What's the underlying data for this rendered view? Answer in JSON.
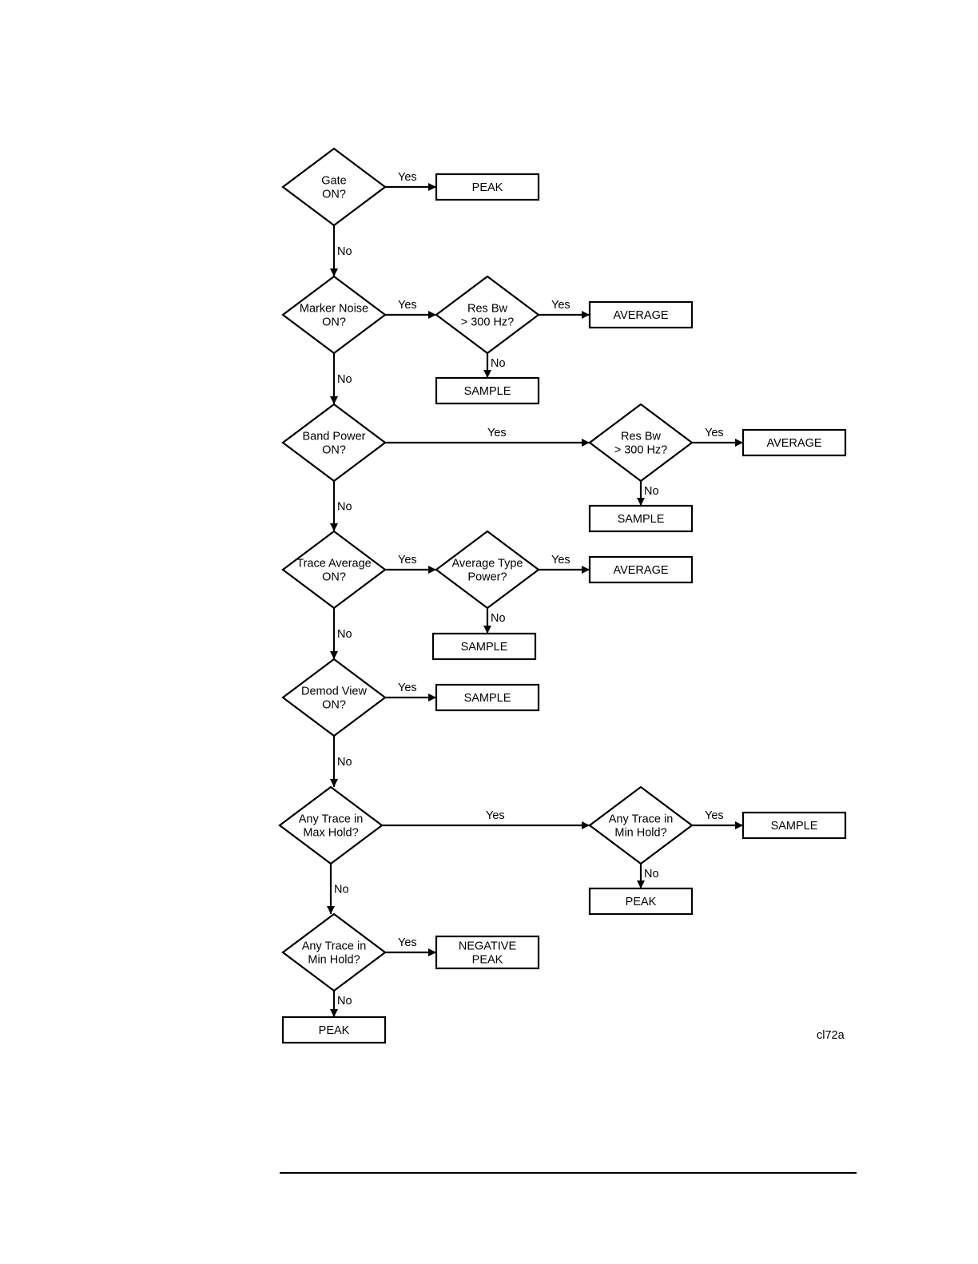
{
  "diagram_id": "cl72a",
  "yes": "Yes",
  "no": "No",
  "nodes": [
    {
      "id": "d1",
      "kind": "decision",
      "lines": [
        "Gate",
        "ON?"
      ]
    },
    {
      "id": "r1",
      "kind": "box",
      "lines": [
        "PEAK"
      ]
    },
    {
      "id": "d2",
      "kind": "decision",
      "lines": [
        "Marker Noise",
        "ON?"
      ]
    },
    {
      "id": "d2b",
      "kind": "decision",
      "lines": [
        "Res Bw",
        "> 300 Hz?"
      ]
    },
    {
      "id": "r2a",
      "kind": "box",
      "lines": [
        "AVERAGE"
      ]
    },
    {
      "id": "r2b",
      "kind": "box",
      "lines": [
        "SAMPLE"
      ]
    },
    {
      "id": "d3",
      "kind": "decision",
      "lines": [
        "Band Power",
        "ON?"
      ]
    },
    {
      "id": "d3b",
      "kind": "decision",
      "lines": [
        "Res Bw",
        "> 300 Hz?"
      ]
    },
    {
      "id": "r3a",
      "kind": "box",
      "lines": [
        "AVERAGE"
      ]
    },
    {
      "id": "r3b",
      "kind": "box",
      "lines": [
        "SAMPLE"
      ]
    },
    {
      "id": "d4",
      "kind": "decision",
      "lines": [
        "Trace Average",
        "ON?"
      ]
    },
    {
      "id": "d4b",
      "kind": "decision",
      "lines": [
        "Average Type",
        "Power?"
      ]
    },
    {
      "id": "r4a",
      "kind": "box",
      "lines": [
        "AVERAGE"
      ]
    },
    {
      "id": "r4b",
      "kind": "box",
      "lines": [
        "SAMPLE"
      ]
    },
    {
      "id": "d5",
      "kind": "decision",
      "lines": [
        "Demod View",
        "ON?"
      ]
    },
    {
      "id": "r5",
      "kind": "box",
      "lines": [
        "SAMPLE"
      ]
    },
    {
      "id": "d6",
      "kind": "decision",
      "lines": [
        "Any Trace in",
        "Max Hold?"
      ]
    },
    {
      "id": "d6b",
      "kind": "decision",
      "lines": [
        "Any Trace in",
        "Min Hold?"
      ]
    },
    {
      "id": "r6a",
      "kind": "box",
      "lines": [
        "SAMPLE"
      ]
    },
    {
      "id": "r6b",
      "kind": "box",
      "lines": [
        "PEAK"
      ]
    },
    {
      "id": "d7",
      "kind": "decision",
      "lines": [
        "Any Trace in",
        "Min Hold?"
      ]
    },
    {
      "id": "r7a",
      "kind": "box",
      "lines": [
        "NEGATIVE",
        "PEAK"
      ]
    },
    {
      "id": "r7b",
      "kind": "box",
      "lines": [
        "PEAK"
      ]
    }
  ],
  "edges": [
    {
      "from": "d1",
      "to": "r1",
      "label": "Yes"
    },
    {
      "from": "d1",
      "to": "d2",
      "label": "No"
    },
    {
      "from": "d2",
      "to": "d2b",
      "label": "Yes"
    },
    {
      "from": "d2b",
      "to": "r2a",
      "label": "Yes"
    },
    {
      "from": "d2b",
      "to": "r2b",
      "label": "No"
    },
    {
      "from": "d2",
      "to": "d3",
      "label": "No"
    },
    {
      "from": "d3",
      "to": "d3b",
      "label": "Yes"
    },
    {
      "from": "d3b",
      "to": "r3a",
      "label": "Yes"
    },
    {
      "from": "d3b",
      "to": "r3b",
      "label": "No"
    },
    {
      "from": "d3",
      "to": "d4",
      "label": "No"
    },
    {
      "from": "d4",
      "to": "d4b",
      "label": "Yes"
    },
    {
      "from": "d4b",
      "to": "r4a",
      "label": "Yes"
    },
    {
      "from": "d4b",
      "to": "r4b",
      "label": "No"
    },
    {
      "from": "d4",
      "to": "d5",
      "label": "No"
    },
    {
      "from": "d5",
      "to": "r5",
      "label": "Yes"
    },
    {
      "from": "d5",
      "to": "d6",
      "label": "No"
    },
    {
      "from": "d6",
      "to": "d6b",
      "label": "Yes"
    },
    {
      "from": "d6b",
      "to": "r6a",
      "label": "Yes"
    },
    {
      "from": "d6b",
      "to": "r6b",
      "label": "No"
    },
    {
      "from": "d6",
      "to": "d7",
      "label": "No"
    },
    {
      "from": "d7",
      "to": "r7a",
      "label": "Yes"
    },
    {
      "from": "d7",
      "to": "r7b",
      "label": "No"
    }
  ]
}
